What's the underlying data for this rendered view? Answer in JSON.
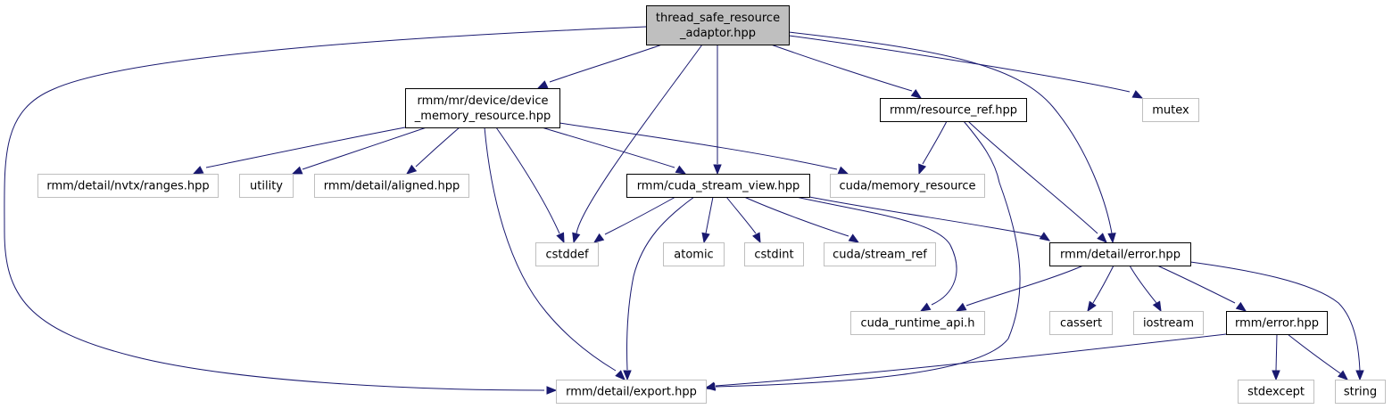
{
  "colors": {
    "edge": "#191970",
    "root_fill": "#bfbfbf",
    "root_border": "#000000",
    "documented_border": "#000000",
    "external_border": "#bfbfbf",
    "external_text": "#000000"
  },
  "nodes": [
    {
      "id": "root",
      "kind": "root",
      "lines": [
        "thread_safe_resource",
        "_adaptor.hpp"
      ]
    },
    {
      "id": "device_memory_resource",
      "kind": "documented",
      "lines": [
        "rmm/mr/device/device",
        "_memory_resource.hpp"
      ]
    },
    {
      "id": "resource_ref",
      "kind": "documented",
      "lines": [
        "rmm/resource_ref.hpp"
      ]
    },
    {
      "id": "mutex",
      "kind": "external",
      "lines": [
        "mutex"
      ]
    },
    {
      "id": "nvtx_ranges",
      "kind": "external",
      "lines": [
        "rmm/detail/nvtx/ranges.hpp"
      ]
    },
    {
      "id": "utility",
      "kind": "external",
      "lines": [
        "utility"
      ]
    },
    {
      "id": "aligned",
      "kind": "external",
      "lines": [
        "rmm/detail/aligned.hpp"
      ]
    },
    {
      "id": "cuda_stream_view",
      "kind": "documented",
      "lines": [
        "rmm/cuda_stream_view.hpp"
      ]
    },
    {
      "id": "cuda_memory_resource",
      "kind": "external",
      "lines": [
        "cuda/memory_resource"
      ]
    },
    {
      "id": "cstddef",
      "kind": "external",
      "lines": [
        "cstddef"
      ]
    },
    {
      "id": "atomic",
      "kind": "external",
      "lines": [
        "atomic"
      ]
    },
    {
      "id": "cstdint",
      "kind": "external",
      "lines": [
        "cstdint"
      ]
    },
    {
      "id": "stream_ref",
      "kind": "external",
      "lines": [
        "cuda/stream_ref"
      ]
    },
    {
      "id": "detail_error",
      "kind": "documented",
      "lines": [
        "rmm/detail/error.hpp"
      ]
    },
    {
      "id": "cuda_runtime_api",
      "kind": "external",
      "lines": [
        "cuda_runtime_api.h"
      ]
    },
    {
      "id": "cassert",
      "kind": "external",
      "lines": [
        "cassert"
      ]
    },
    {
      "id": "iostream",
      "kind": "external",
      "lines": [
        "iostream"
      ]
    },
    {
      "id": "rmm_error",
      "kind": "documented",
      "lines": [
        "rmm/error.hpp"
      ]
    },
    {
      "id": "export",
      "kind": "external",
      "lines": [
        "rmm/detail/export.hpp"
      ]
    },
    {
      "id": "stdexcept",
      "kind": "external",
      "lines": [
        "stdexcept"
      ]
    },
    {
      "id": "string",
      "kind": "external",
      "lines": [
        "string"
      ]
    }
  ],
  "edges": [
    {
      "from": "root",
      "to": "device_memory_resource"
    },
    {
      "from": "root",
      "to": "cstddef"
    },
    {
      "from": "root",
      "to": "cuda_stream_view"
    },
    {
      "from": "root",
      "to": "resource_ref"
    },
    {
      "from": "root",
      "to": "mutex"
    },
    {
      "from": "root",
      "to": "detail_error"
    },
    {
      "from": "root",
      "to": "export"
    },
    {
      "from": "device_memory_resource",
      "to": "nvtx_ranges"
    },
    {
      "from": "device_memory_resource",
      "to": "utility"
    },
    {
      "from": "device_memory_resource",
      "to": "aligned"
    },
    {
      "from": "device_memory_resource",
      "to": "cstddef"
    },
    {
      "from": "device_memory_resource",
      "to": "cuda_stream_view"
    },
    {
      "from": "device_memory_resource",
      "to": "cuda_memory_resource"
    },
    {
      "from": "device_memory_resource",
      "to": "export"
    },
    {
      "from": "resource_ref",
      "to": "cuda_memory_resource"
    },
    {
      "from": "resource_ref",
      "to": "detail_error"
    },
    {
      "from": "resource_ref",
      "to": "export"
    },
    {
      "from": "cuda_stream_view",
      "to": "cstddef"
    },
    {
      "from": "cuda_stream_view",
      "to": "atomic"
    },
    {
      "from": "cuda_stream_view",
      "to": "cstdint"
    },
    {
      "from": "cuda_stream_view",
      "to": "stream_ref"
    },
    {
      "from": "cuda_stream_view",
      "to": "cuda_runtime_api"
    },
    {
      "from": "cuda_stream_view",
      "to": "detail_error"
    },
    {
      "from": "cuda_stream_view",
      "to": "export"
    },
    {
      "from": "detail_error",
      "to": "cuda_runtime_api"
    },
    {
      "from": "detail_error",
      "to": "cassert"
    },
    {
      "from": "detail_error",
      "to": "iostream"
    },
    {
      "from": "detail_error",
      "to": "rmm_error"
    },
    {
      "from": "detail_error",
      "to": "string"
    },
    {
      "from": "rmm_error",
      "to": "export"
    },
    {
      "from": "rmm_error",
      "to": "stdexcept"
    },
    {
      "from": "rmm_error",
      "to": "string"
    }
  ]
}
